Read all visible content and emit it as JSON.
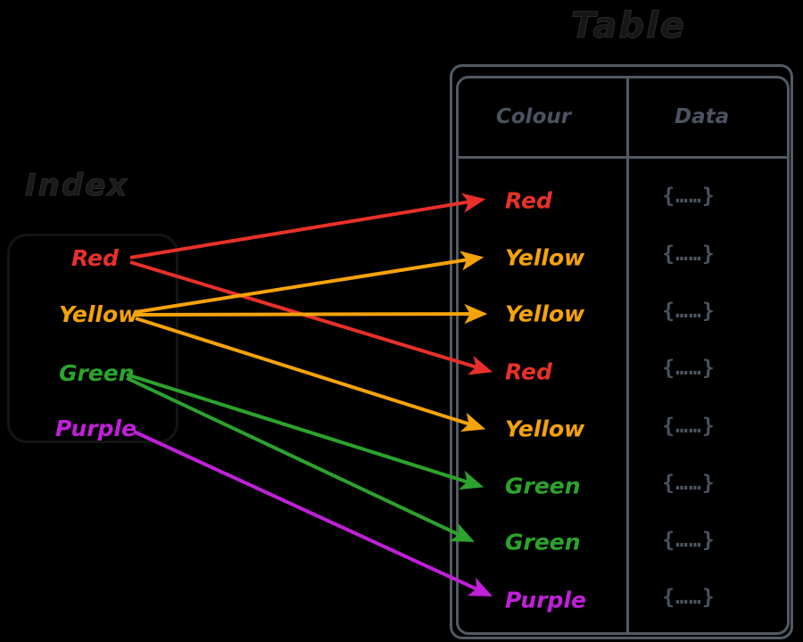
{
  "palette": {
    "red": "#e8302a",
    "yellow": "#f5a30a",
    "green": "#2ca32c",
    "purple": "#c020d8",
    "frame": "#515a63",
    "index_frame": "#141414",
    "title": "#1a1a1a",
    "background": "#000000"
  },
  "index": {
    "title": "Index",
    "items": [
      {
        "label": "Red",
        "color": "#e8302a"
      },
      {
        "label": "Yellow",
        "color": "#f5a30a"
      },
      {
        "label": "Green",
        "color": "#2ca32c"
      },
      {
        "label": "Purple",
        "color": "#c020d8"
      }
    ]
  },
  "table": {
    "title": "Table",
    "headers": {
      "colour": "Colour",
      "data": "Data"
    },
    "rows": [
      {
        "colour": "Red",
        "color": "#e8302a",
        "data": "{……}"
      },
      {
        "colour": "Yellow",
        "color": "#f5a30a",
        "data": "{……}"
      },
      {
        "colour": "Yellow",
        "color": "#f5a30a",
        "data": "{……}"
      },
      {
        "colour": "Red",
        "color": "#e8302a",
        "data": "{……}"
      },
      {
        "colour": "Yellow",
        "color": "#f5a30a",
        "data": "{……}"
      },
      {
        "colour": "Green",
        "color": "#2ca32c",
        "data": "{……}"
      },
      {
        "colour": "Green",
        "color": "#2ca32c",
        "data": "{……}"
      },
      {
        "colour": "Purple",
        "color": "#c020d8",
        "data": "{……}"
      }
    ]
  },
  "links": [
    {
      "from": "Red",
      "to_row": 1,
      "color": "#e8302a"
    },
    {
      "from": "Red",
      "to_row": 4,
      "color": "#e8302a"
    },
    {
      "from": "Yellow",
      "to_row": 2,
      "color": "#f5a30a"
    },
    {
      "from": "Yellow",
      "to_row": 3,
      "color": "#f5a30a"
    },
    {
      "from": "Yellow",
      "to_row": 5,
      "color": "#f5a30a"
    },
    {
      "from": "Green",
      "to_row": 6,
      "color": "#2ca32c"
    },
    {
      "from": "Green",
      "to_row": 7,
      "color": "#2ca32c"
    },
    {
      "from": "Purple",
      "to_row": 8,
      "color": "#c020d8"
    }
  ]
}
